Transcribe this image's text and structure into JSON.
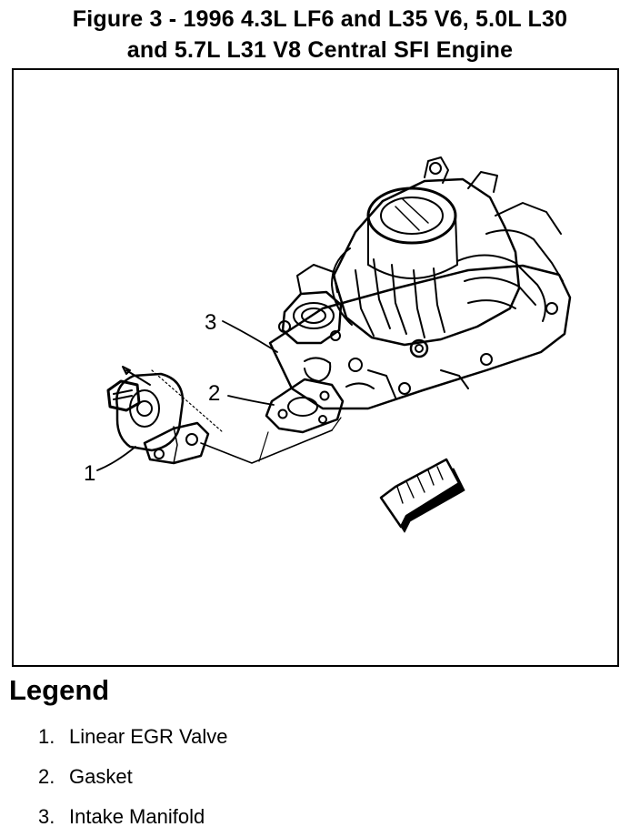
{
  "title": {
    "line1": "Figure 3 - 1996 4.3L LF6 and L35 V6, 5.0L L30",
    "line2": "and 5.7L L31 V8 Central SFI Engine"
  },
  "diagram": {
    "callouts": [
      "1",
      "2",
      "3"
    ]
  },
  "legend": {
    "title": "Legend",
    "items": [
      {
        "number": "1.",
        "label": "Linear EGR Valve"
      },
      {
        "number": "2.",
        "label": "Gasket"
      },
      {
        "number": "3.",
        "label": "Intake Manifold"
      }
    ]
  }
}
